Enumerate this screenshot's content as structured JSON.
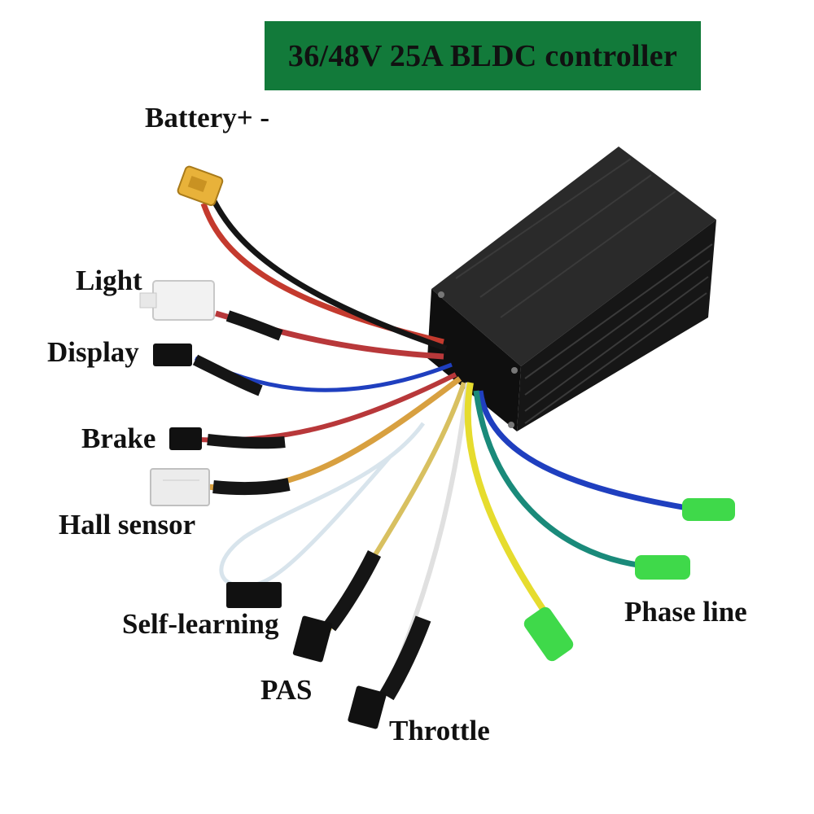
{
  "title": "36/48V 25A BLDC controller",
  "labels": {
    "battery": "Battery+ -",
    "light": "Light",
    "display": "Display",
    "brake": "Brake",
    "hall_sensor": "Hall sensor",
    "self_learning": "Self-learning",
    "pas": "PAS",
    "throttle": "Throttle",
    "phase_line": "Phase line"
  },
  "colors": {
    "banner": "#127a3a",
    "housing": "#1c1c1c",
    "phase_blue": "#1f3fbf",
    "phase_green": "#1a8a7a",
    "phase_yellow": "#e6dc2e",
    "phase_connector": "#3fd94a",
    "battery_connector": "#e8b23a"
  }
}
